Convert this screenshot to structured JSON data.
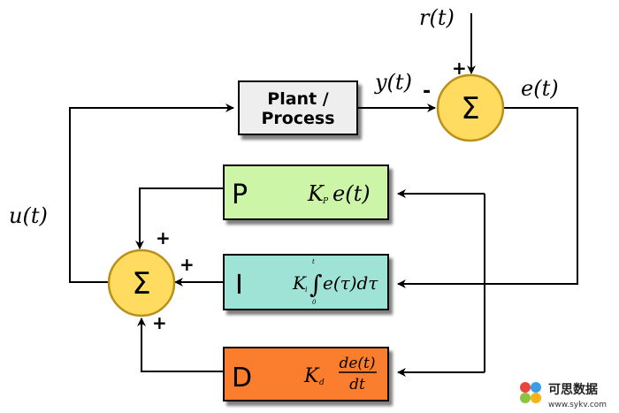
{
  "signals": {
    "reference": "r(t)",
    "output": "y(t)",
    "error": "e(t)",
    "control": "u(t)"
  },
  "plant": {
    "line1": "Plant /",
    "line2": "Process"
  },
  "sum_symbol": "Σ",
  "signs": {
    "top_plus": "+",
    "top_minus": "-",
    "p_plus": "+",
    "i_plus": "+",
    "d_plus": "+"
  },
  "p_block": {
    "letter": "P",
    "K": "K",
    "sub": "P",
    "expr": "e(t)"
  },
  "i_block": {
    "letter": "I",
    "K": "K",
    "sub": "i",
    "upper": "t",
    "lower": "0",
    "integral": "∫",
    "expr": "e(τ)dτ"
  },
  "d_block": {
    "letter": "D",
    "K": "K",
    "sub": "d",
    "num": "de(t)",
    "den": "dt"
  },
  "watermark": {
    "cn": "可思数据",
    "url": "www.sykv.com"
  },
  "colors": {
    "plant_fill": "#eeeeee",
    "p_fill": "#ccf5a8",
    "i_fill": "#9fe3d6",
    "d_fill": "#fb7d2e",
    "sum_fill": "#ffdc60",
    "sum_stroke": "#b8901a",
    "line": "#000000"
  }
}
